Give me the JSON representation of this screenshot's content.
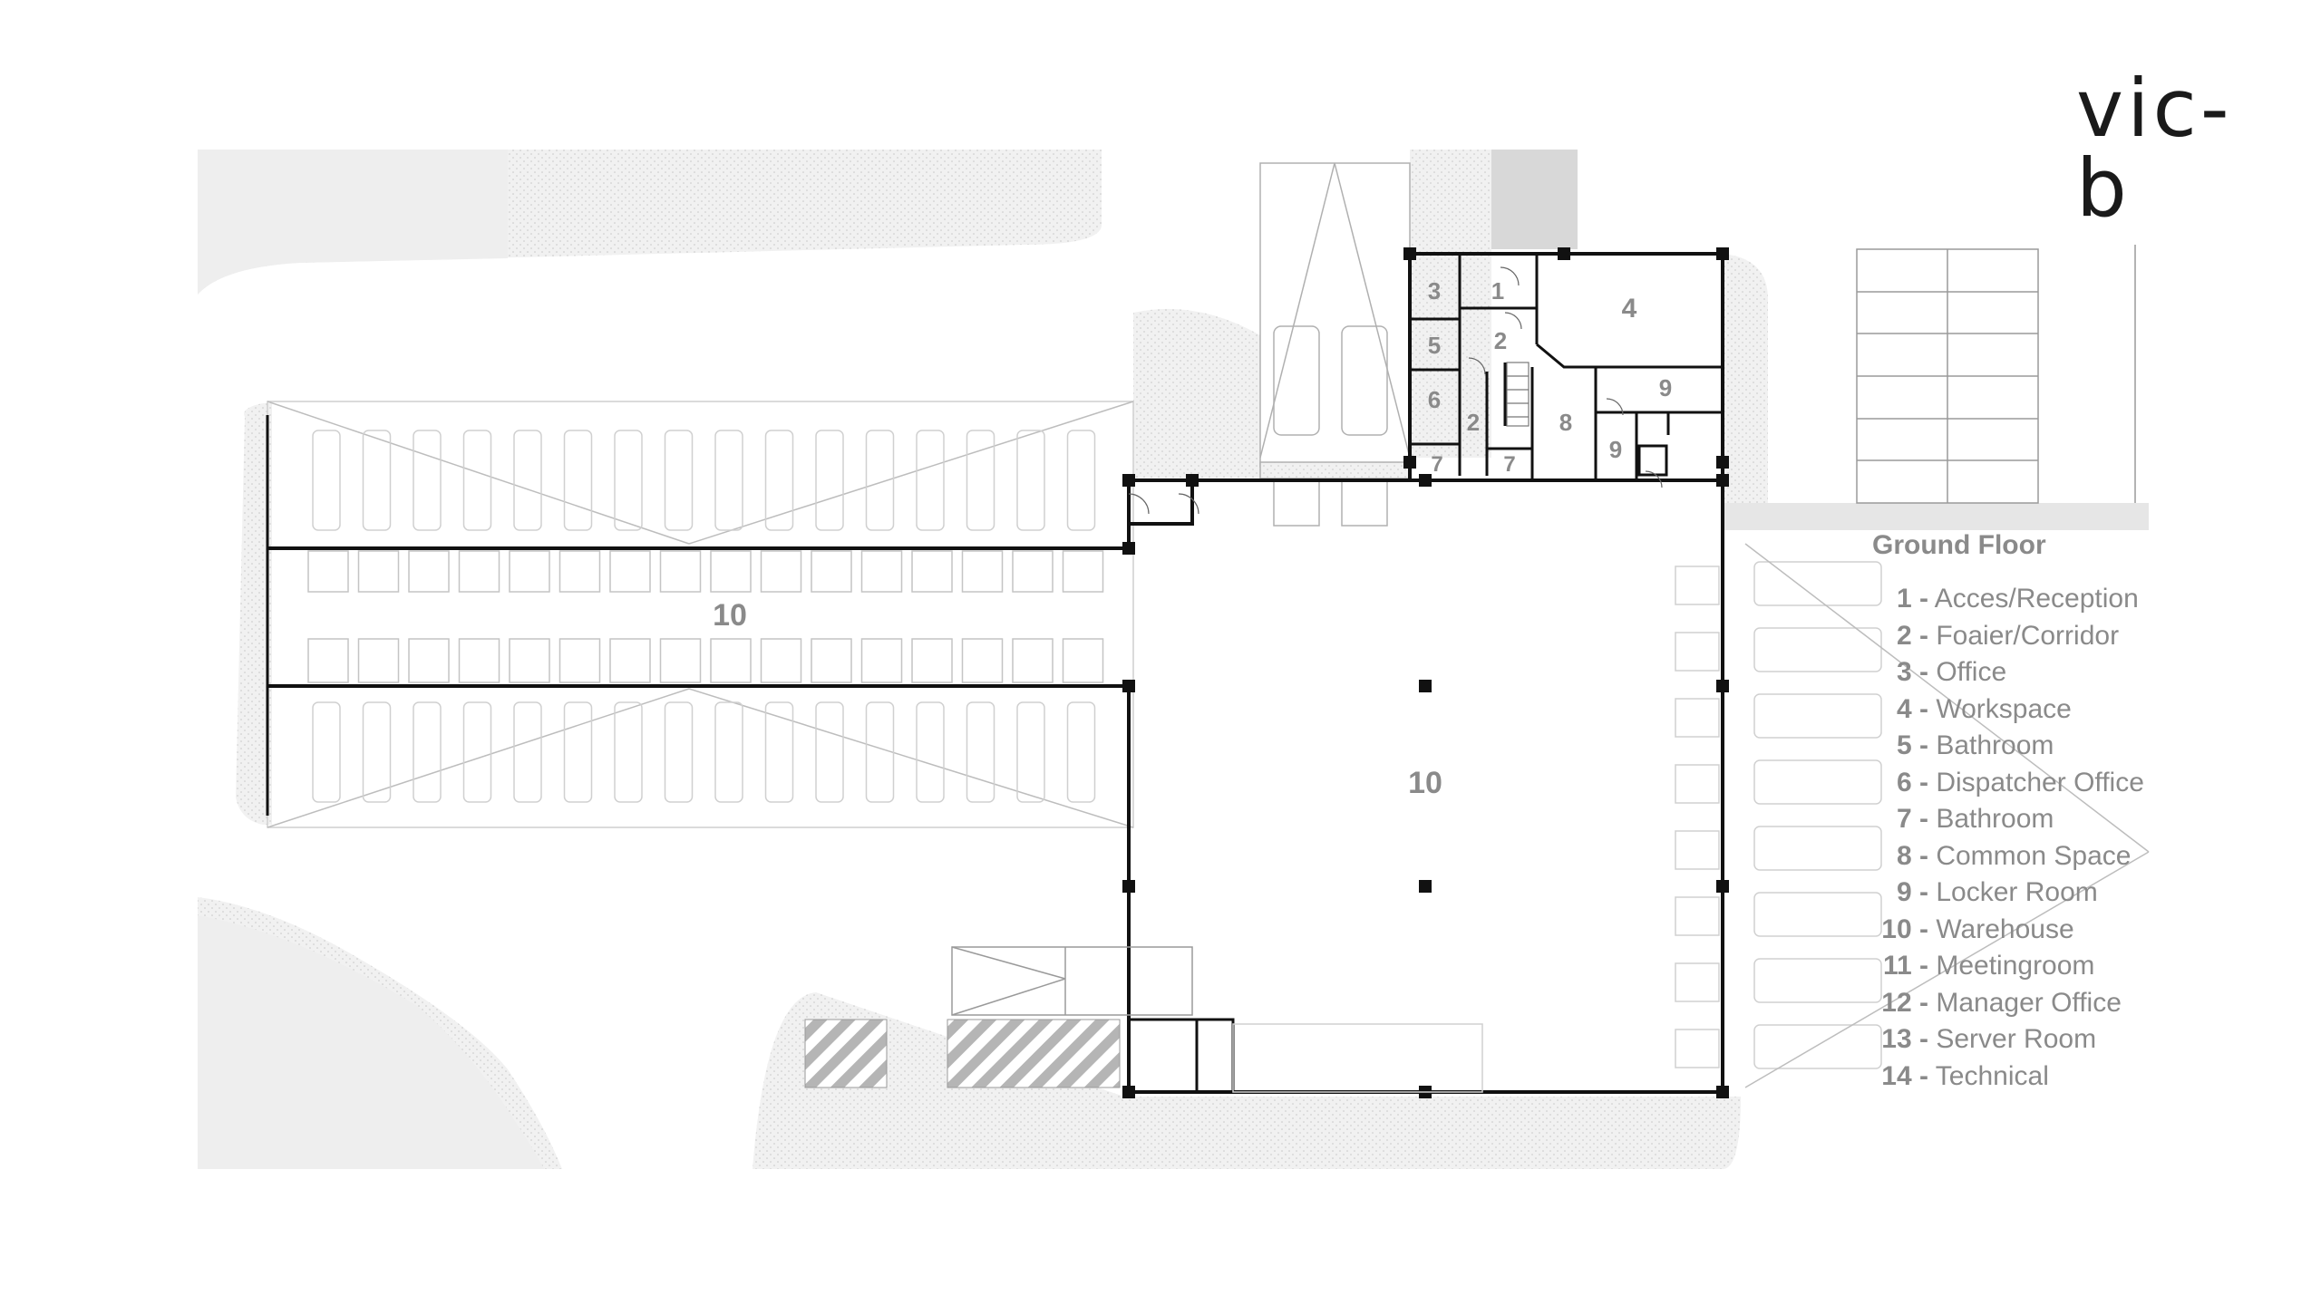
{
  "logo": {
    "text": "vic-b"
  },
  "plan": {
    "room_labels": [
      {
        "id": "r3",
        "text": "3"
      },
      {
        "id": "r1",
        "text": "1"
      },
      {
        "id": "r4",
        "text": "4"
      },
      {
        "id": "r5",
        "text": "5"
      },
      {
        "id": "r2a",
        "text": "2"
      },
      {
        "id": "r6",
        "text": "6"
      },
      {
        "id": "r2b",
        "text": "2"
      },
      {
        "id": "r9a",
        "text": "9"
      },
      {
        "id": "r8",
        "text": "8"
      },
      {
        "id": "r9b",
        "text": "9"
      },
      {
        "id": "r7a",
        "text": "7"
      },
      {
        "id": "r7b",
        "text": "7"
      },
      {
        "id": "r10a",
        "text": "10"
      },
      {
        "id": "r10b",
        "text": "10"
      }
    ]
  },
  "legend": {
    "title": "Ground Floor",
    "items": [
      {
        "num": "1 -",
        "label": "Acces/Reception"
      },
      {
        "num": "2 -",
        "label": "Foaier/Corridor"
      },
      {
        "num": "3 -",
        "label": "Office"
      },
      {
        "num": "4 -",
        "label": "Workspace"
      },
      {
        "num": "5 -",
        "label": "Bathroom"
      },
      {
        "num": "6 -",
        "label": "Dispatcher Office"
      },
      {
        "num": "7 -",
        "label": "Bathroom"
      },
      {
        "num": "8 -",
        "label": "Common Space"
      },
      {
        "num": "9 -",
        "label": "Locker Room"
      },
      {
        "num": "10 -",
        "label": "Warehouse"
      },
      {
        "num": "11 -",
        "label": "Meetingroom"
      },
      {
        "num": "12 -",
        "label": "Manager Office"
      },
      {
        "num": "13 -",
        "label": "Server Room"
      },
      {
        "num": "14 -",
        "label": "Technical"
      }
    ]
  },
  "colors": {
    "text_gray": "#8a8a8a",
    "wall": "#111111",
    "pavement": "#eeeeee"
  }
}
